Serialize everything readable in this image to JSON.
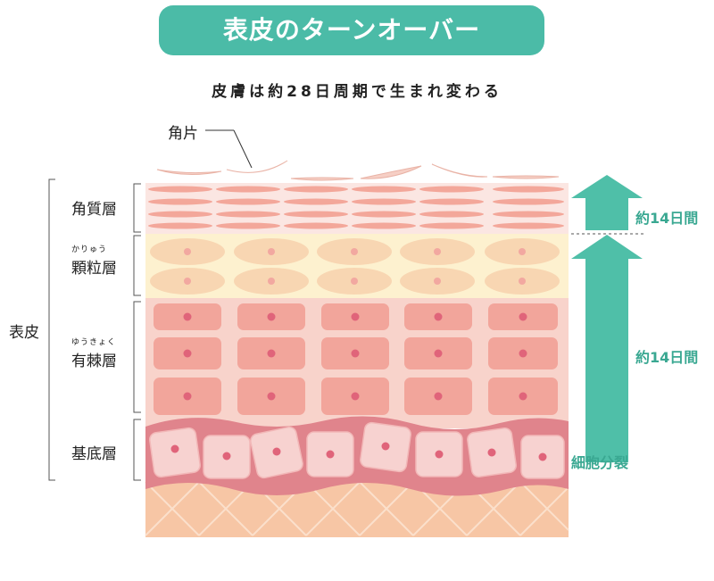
{
  "title": "表皮のターンオーバー",
  "subtitle": "皮膚は約28日周期で生まれ変わる",
  "labels": {
    "kakuhen": "角片",
    "epidermis": "表皮",
    "stratum_corneum": "角質層",
    "stratum_granulosum": "顆粒層",
    "stratum_granulosum_ruby": "かりゅう",
    "stratum_spinosum": "有棘層",
    "stratum_spinosum_ruby": "ゆうきょく",
    "stratum_basale": "基底層"
  },
  "annotations": {
    "upper_period": "約14日間",
    "lower_period": "約14日間",
    "cell_division": "細胞分裂"
  },
  "colors": {
    "accent": "#4bbba7",
    "arrow": "#4fbfa8",
    "corneum_bg": "#fbe6e2",
    "granulosum_bg": "#fdf1cf",
    "spinosum_bg": "#f8d3cb",
    "basale_band": "#e0848c",
    "dermis": "#f7c6a5"
  }
}
